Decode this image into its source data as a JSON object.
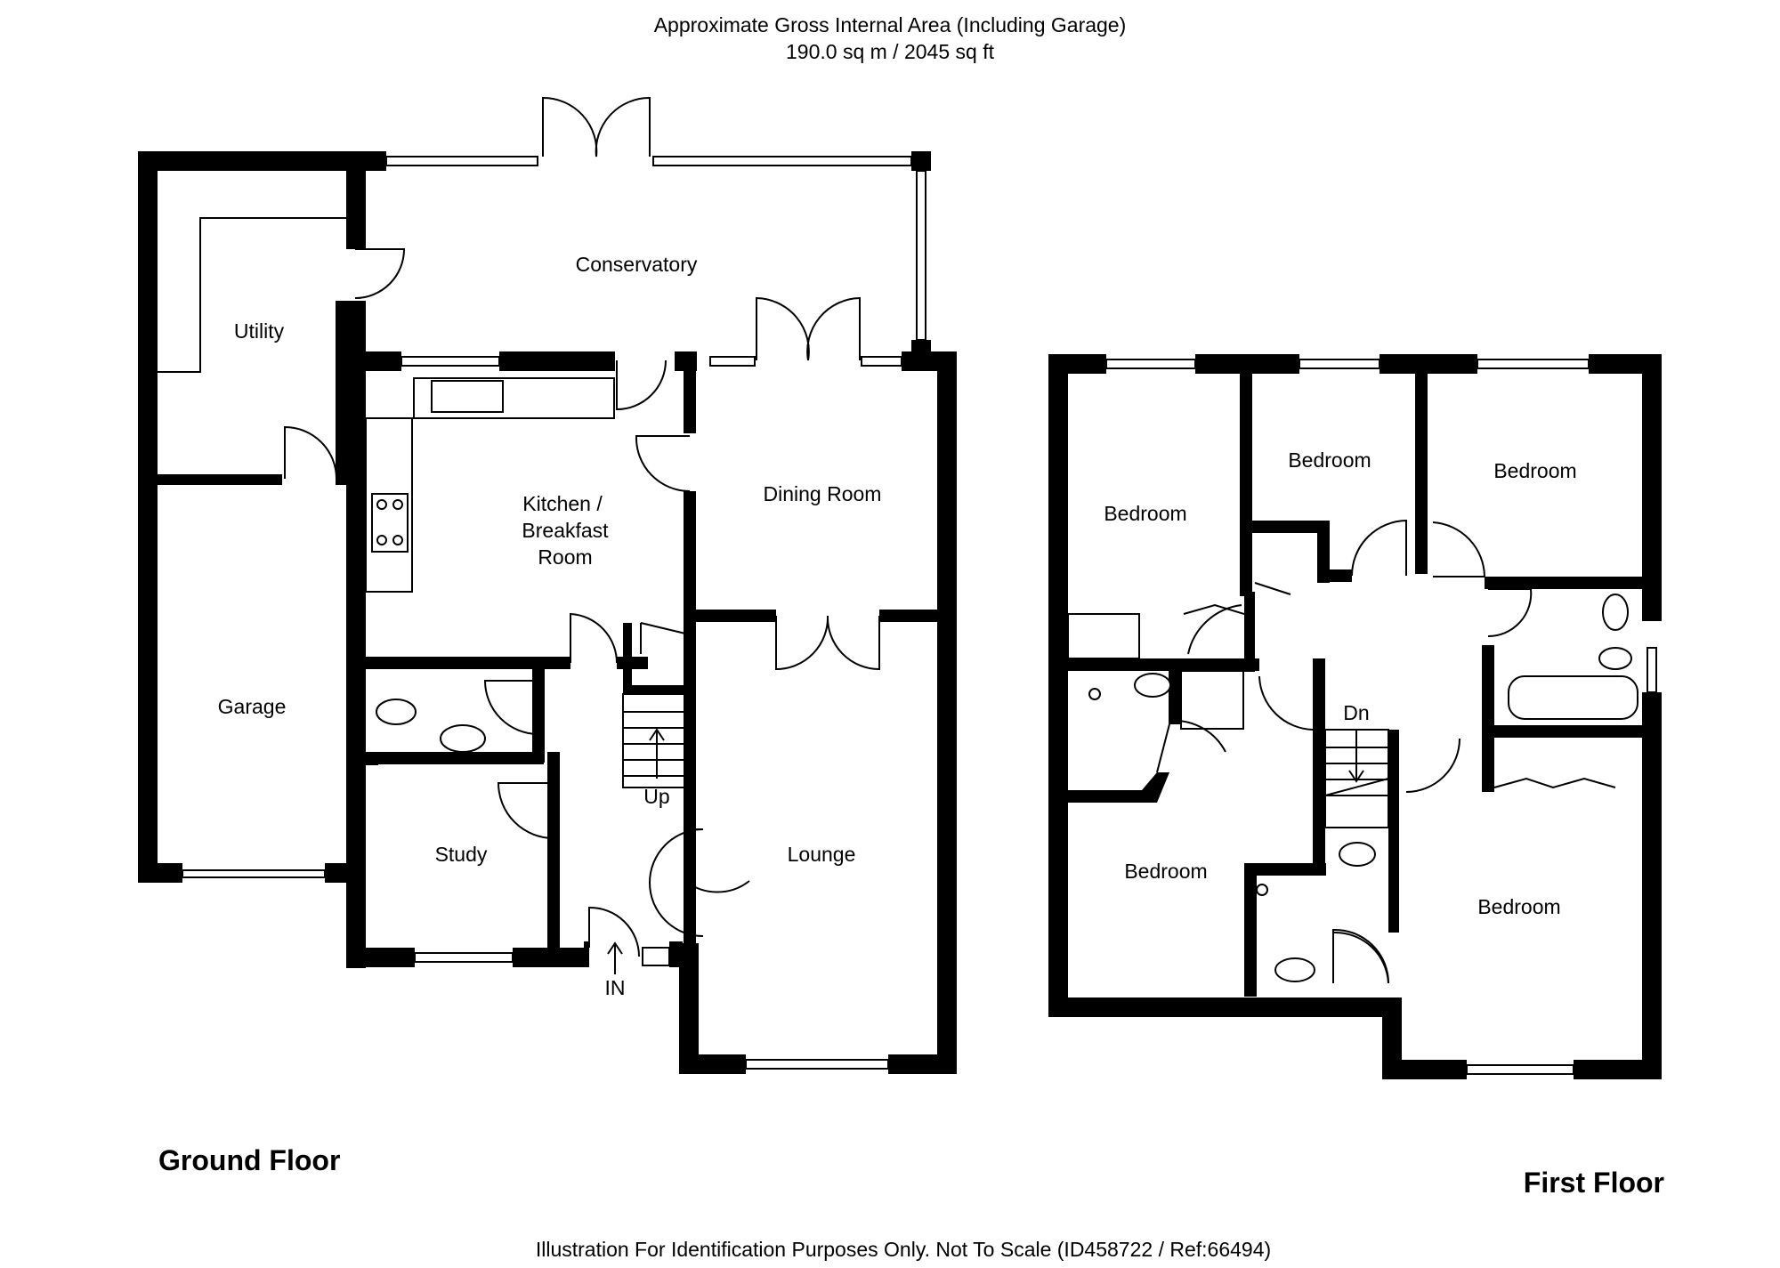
{
  "header": {
    "line1": "Approximate Gross Internal Area (Including Garage)",
    "line2": "190.0 sq m / 2045  sq ft"
  },
  "floors": {
    "ground": "Ground Floor",
    "first": "First Floor"
  },
  "rooms": {
    "conservatory": "Conservatory",
    "utility": "Utility",
    "kitchen_line1": "Kitchen /",
    "kitchen_line2": "Breakfast",
    "kitchen_line3": "Room",
    "dining": "Dining Room",
    "garage": "Garage",
    "study": "Study",
    "lounge": "Lounge",
    "bedroom_1": "Bedroom",
    "bedroom_2": "Bedroom",
    "bedroom_3": "Bedroom",
    "bedroom_4": "Bedroom",
    "bedroom_5": "Bedroom"
  },
  "markers": {
    "up": "Up",
    "down": "Dn",
    "entrance": "IN"
  },
  "footer": {
    "disclaimer": "Illustration For Identification Purposes Only. Not To Scale (ID458722 / Ref:66494)"
  },
  "colors": {
    "wall": "#000000",
    "background": "#ffffff"
  }
}
